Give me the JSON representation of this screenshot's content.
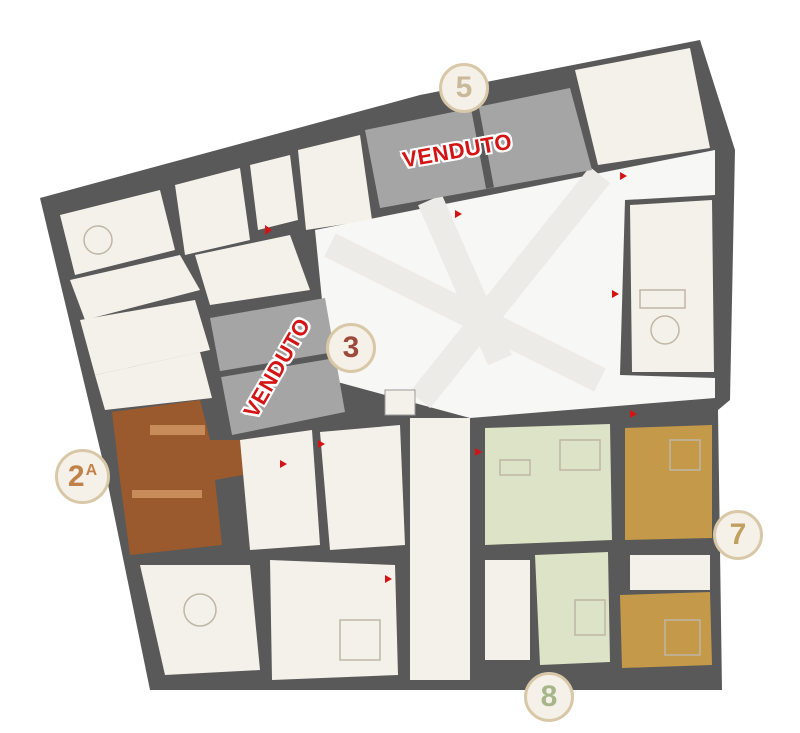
{
  "units": [
    {
      "id": "unit-5",
      "label": "5",
      "color": "#c8b99a",
      "status": "VENDUTO"
    },
    {
      "id": "unit-3",
      "label": "3",
      "color": "#9b4a3c",
      "status": "VENDUTO"
    },
    {
      "id": "unit-2a",
      "label": "2",
      "suffix": "A",
      "color": "#c0824a"
    },
    {
      "id": "unit-7",
      "label": "7",
      "color": "#c0a060"
    },
    {
      "id": "unit-8",
      "label": "8",
      "color": "#a6b68a"
    }
  ],
  "colors": {
    "wall": "#5a5a5a",
    "floor": "#f4f1ea",
    "courtyard": "#f7f7f6",
    "sold_fill": "#a5a5a5",
    "unit_2a_fill": "#9a5a2e",
    "unit_7_fill": "#c49a4a",
    "unit_8_fill": "#dde3c6",
    "door_marker": "#d41414"
  }
}
